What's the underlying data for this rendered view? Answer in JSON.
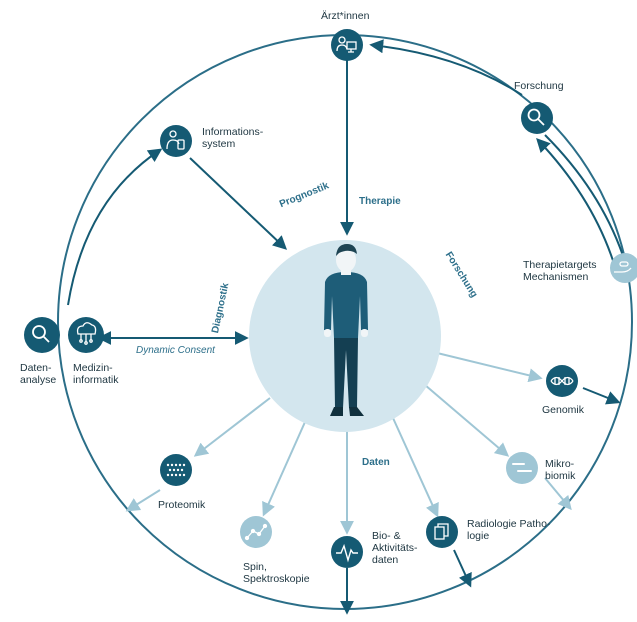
{
  "colors": {
    "dark": "#155a73",
    "mid": "#3c7f97",
    "light": "#9fc6d5",
    "circle_fill": "#d3e6ee",
    "ring": "#2b6e88",
    "skin": "#f1f5f7",
    "hair": "#1e4453",
    "shirt": "#1e5d78",
    "pants": "#143f52"
  },
  "nodes": {
    "aerzte": {
      "label": "Ärzt*innen",
      "icon": "doctor-computer-icon"
    },
    "forschung": {
      "label": "Forschung",
      "icon": "search-icon"
    },
    "informationssystem": {
      "label": "Informations-\nsystem",
      "icon": "person-device-icon"
    },
    "therapietargets": {
      "label": "Therapietargets\nMechanismen",
      "icon": "hand-pill-icon"
    },
    "datenanalyse": {
      "label": "Daten-\nanalyse",
      "icon": "search-icon"
    },
    "medizininformatik": {
      "label": "Medizin-\ninformatik",
      "icon": "cloud-network-icon"
    },
    "genomik": {
      "label": "Genomik",
      "icon": "dna-icon"
    },
    "mikrobiomik": {
      "label": "Mikro-\nbiomik",
      "icon": "bacteria-icon"
    },
    "proteomik": {
      "label": "Proteomik",
      "icon": "dots-grid-icon"
    },
    "spin": {
      "label": "Spin,\nSpektroskopie",
      "icon": "spectrum-icon"
    },
    "bio": {
      "label": "Bio- &\nAktivitäts-\ndaten",
      "icon": "heartbeat-icon"
    },
    "radiologie": {
      "label": "Radiologie Patho-\nlogie",
      "icon": "documents-icon"
    }
  },
  "edge_labels": {
    "prognostik": "Prognostik",
    "therapie": "Therapie",
    "forschung": "Forschung",
    "diagnostik": "Diagnostik",
    "dynamic_consent": "Dynamic Consent",
    "daten": "Daten"
  }
}
